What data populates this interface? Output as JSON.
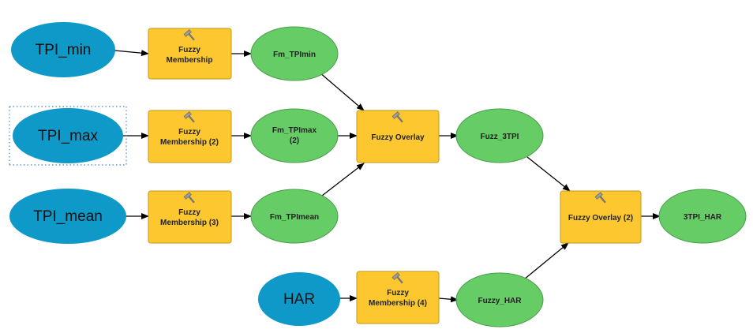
{
  "inputs": {
    "tpi_min": "TPI_min",
    "tpi_max": "TPI_max",
    "tpi_mean": "TPI_mean",
    "har": "HAR"
  },
  "tools": {
    "fuzzy_membership_1": [
      "Fuzzy",
      "Membership"
    ],
    "fuzzy_membership_2": [
      "Fuzzy",
      "Membership (2)"
    ],
    "fuzzy_membership_3": [
      "Fuzzy",
      "Membership (3)"
    ],
    "fuzzy_membership_4": [
      "Fuzzy",
      "Membership (4)"
    ],
    "fuzzy_overlay_1": "Fuzzy Overlay",
    "fuzzy_overlay_2": "Fuzzy Overlay (2)"
  },
  "outputs": {
    "fm_tpimin": "Fm_TPImin",
    "fm_tpimax": [
      "Fm_TPImax",
      "(2)"
    ],
    "fm_tpimean": "Fm_TPImean",
    "fuzz_3tpi": "Fuzz_3TPI",
    "fuzzy_har": "Fuzzy_HAR",
    "final_3tpi_har": "3TPI_HAR"
  },
  "colors": {
    "input": "#0f99c9",
    "tool": "#fdc82f",
    "tool_border": "#c8961a",
    "output": "#66cc66",
    "output_border": "#4a9d4a",
    "arrow": "#000000",
    "selection": "#4a86c8"
  },
  "icons": {
    "tool_icon": "hammer-icon"
  }
}
